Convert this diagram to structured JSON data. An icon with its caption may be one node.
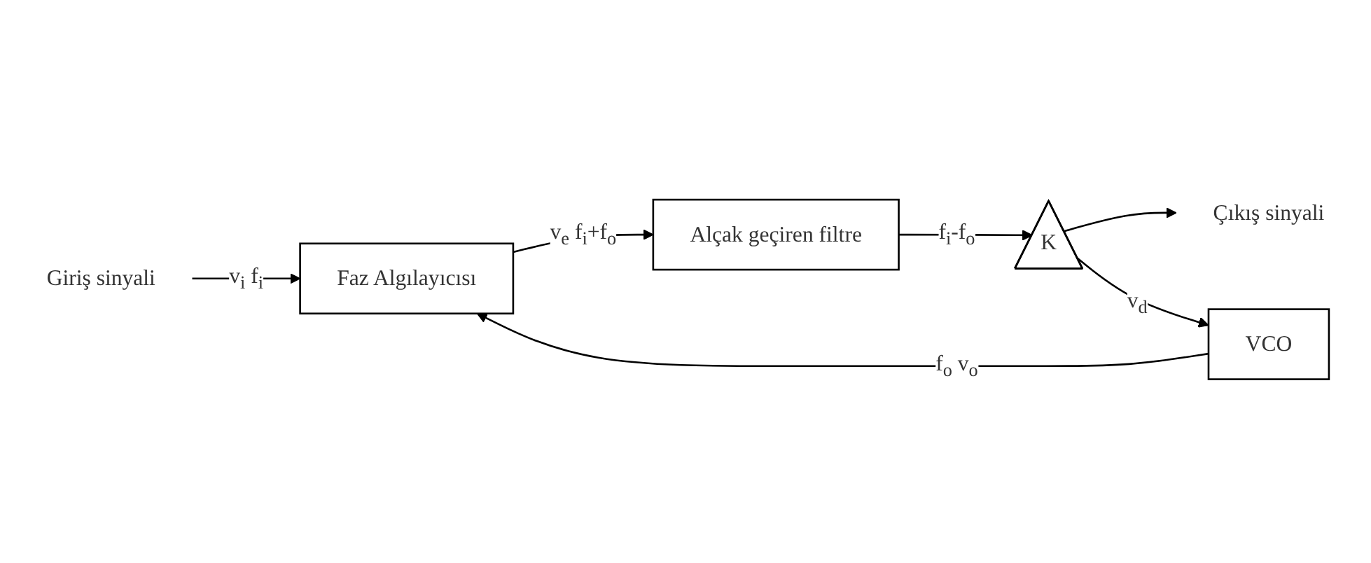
{
  "diagram": {
    "nodes": [
      {
        "text": [
          "Giriş sinyali"
        ]
      },
      {
        "text": [
          "Faz Algılayıcısı"
        ]
      },
      {
        "text": [
          "Alçak geçiren filtre"
        ]
      },
      {
        "text": [
          "K"
        ]
      },
      {
        "text": [
          "Çıkış sinyali"
        ]
      },
      {
        "text": [
          "VCO"
        ]
      }
    ],
    "edges": [
      {
        "from": 0,
        "to": 1,
        "arrow": "to",
        "label": "v$_{i}$ f$_{i}$"
      },
      {
        "from": 1,
        "to": 2,
        "arrow": "to",
        "label": "v$_{e}$ f$_{i}$+f$_{o}$"
      },
      {
        "from": 2,
        "to": 3,
        "arrow": "to",
        "label": "f$_{i}$-f$_{o}$"
      },
      {
        "from": 3,
        "to": 4,
        "arrow": "to"
      },
      {
        "from": 3,
        "to": 5,
        "arrow": "to",
        "label": "v$_{d}$"
      },
      {
        "from": 5,
        "to": 1,
        "arrow": "to",
        "label": "f$_{o}$ v$_{o}$"
      }
    ]
  }
}
